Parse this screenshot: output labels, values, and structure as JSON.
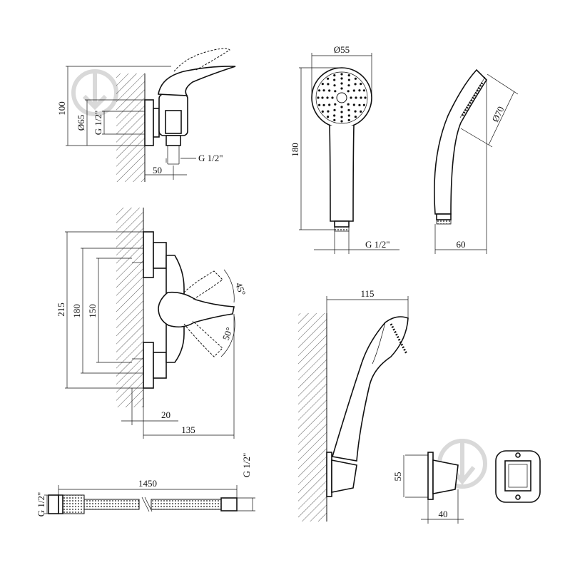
{
  "dimensions": {
    "top_mixer": {
      "height_100": "100",
      "diameter_65": "Ø65",
      "thread_left": "G 1/2\"",
      "thread_outlet": "G 1/2\"",
      "depth_50": "50"
    },
    "hand_shower_front": {
      "head_diameter": "Ø55",
      "length": "180",
      "thread": "G 1/2\""
    },
    "hand_shower_side": {
      "head_diameter": "Ø70",
      "depth": "60"
    },
    "mixer_front": {
      "height_215": "215",
      "spacing_180": "180",
      "spacing_150": "150",
      "angle_45": "45°",
      "angle_50": "50°",
      "offset_20": "20",
      "depth_135": "135"
    },
    "holder_assembly": {
      "reach": "115"
    },
    "hose": {
      "thread_left": "G 1/2\"",
      "length": "1450",
      "thread_right": "G 1/2\""
    },
    "bracket": {
      "height": "55",
      "depth": "40"
    }
  }
}
